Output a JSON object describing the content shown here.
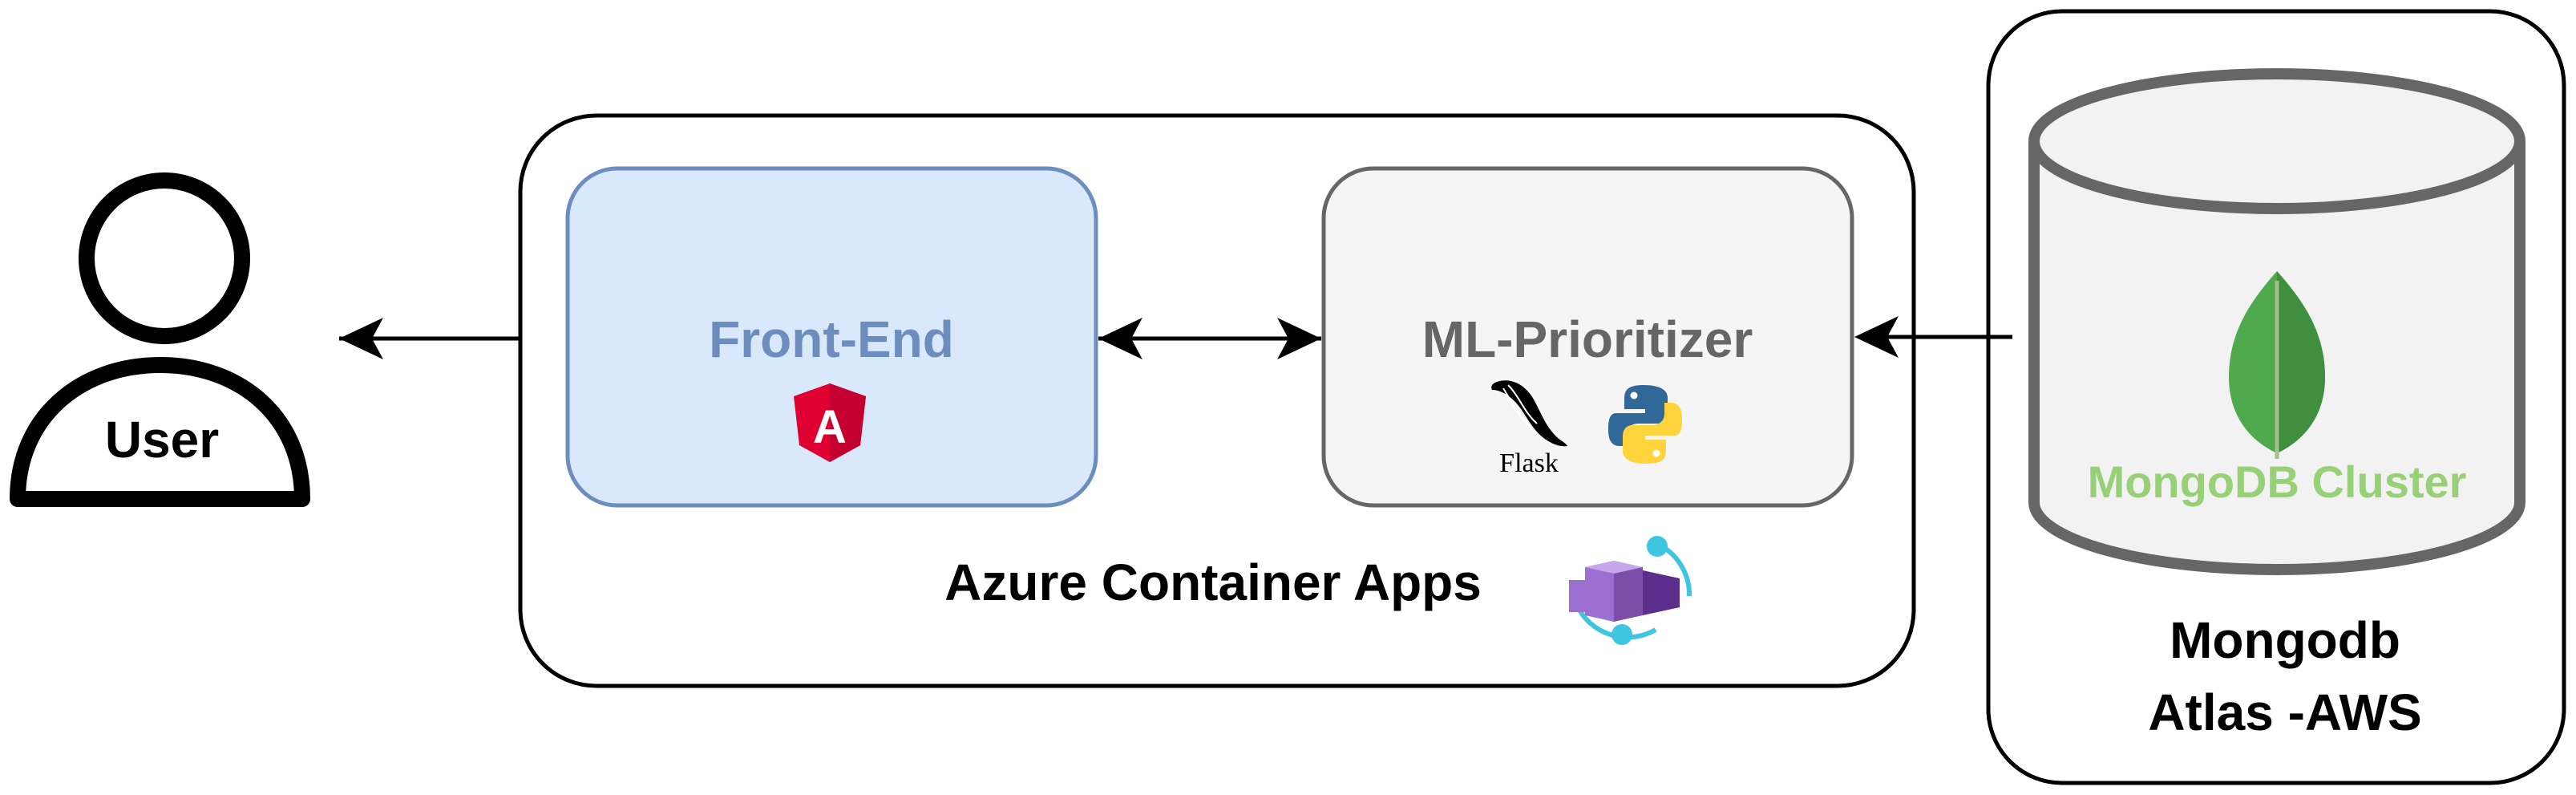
{
  "user": {
    "label": "User"
  },
  "azure": {
    "label": "Azure Container Apps",
    "icon": "azure-container-apps-icon"
  },
  "frontend": {
    "label": "Front-End",
    "icon": "angular-icon",
    "icon_text": "A"
  },
  "ml": {
    "label": "ML-Prioritizer",
    "flask_text": "Flask",
    "icons": [
      "flask-icon",
      "python-icon"
    ]
  },
  "atlas": {
    "label_line1": "Mongodb",
    "label_line2": "Atlas -AWS"
  },
  "mongo": {
    "label": "MongoDB Cluster",
    "icon": "mongodb-leaf-icon"
  },
  "colors": {
    "frontend_fill": "#dae8fc",
    "frontend_stroke": "#6c8ebf",
    "ml_fill": "#f5f5f5",
    "ml_stroke": "#666666",
    "ml_text": "#666666",
    "mongo_text": "#97d077",
    "cylinder_fill": "#f2f2f2",
    "cylinder_stroke": "#666666",
    "angular_red": "#dd0031",
    "python_blue": "#306998",
    "python_yellow": "#ffd43b",
    "leaf_green": "#4fa94d",
    "container_purple": "#7b4fa8",
    "container_cyan": "#3ec6e0"
  }
}
